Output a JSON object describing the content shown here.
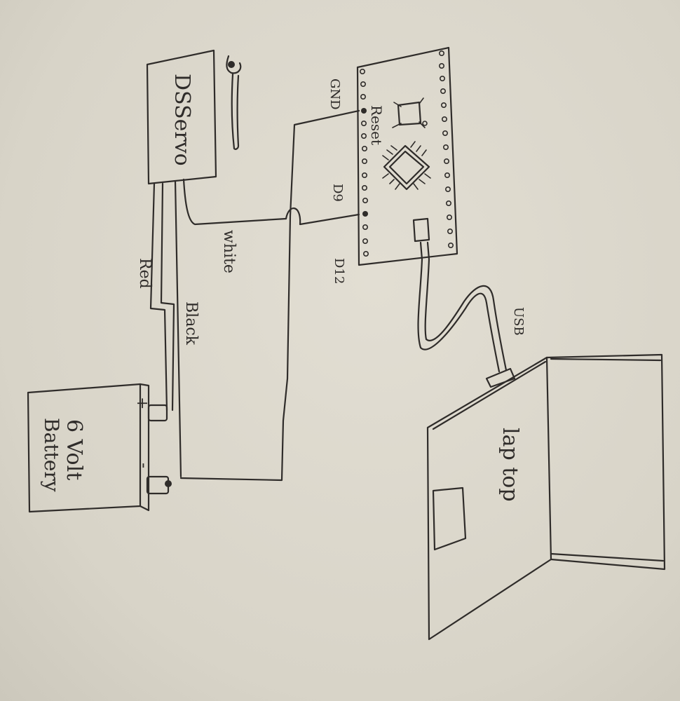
{
  "diagram": {
    "servo_label": "DSServo",
    "battery_label_line1": "6 Volt",
    "battery_label_line2": "Battery",
    "battery_plus": "+",
    "battery_minus": "-",
    "laptop_label": "lap top",
    "usb_label": "USB",
    "board_reset_label": "Reset",
    "pin_gnd_label": "GND",
    "pin_d9_label": "D9",
    "pin_d12_label": "D12",
    "wire_red_label": "Red",
    "wire_black_label": "Black",
    "wire_white_label": "white"
  },
  "colors": {
    "paper": "#dcd8cc",
    "ink": "#2f2c2a"
  }
}
